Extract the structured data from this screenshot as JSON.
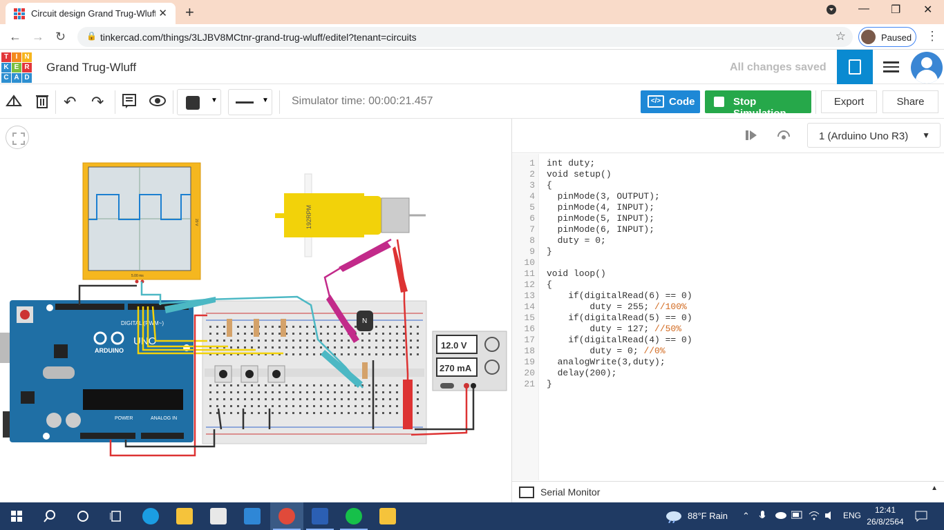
{
  "browser": {
    "tab_title": "Circuit design Grand Trug-Wluff | Tinkercad",
    "url": "tinkercad.com/things/3LJBV8MCtnr-grand-trug-wluff/editel?tenant=circuits",
    "profile_label": "Paused"
  },
  "header": {
    "logo_letters": [
      "T",
      "I",
      "N",
      "K",
      "E",
      "R",
      "C",
      "A",
      "D"
    ],
    "project_title": "Grand Trug-Wluff",
    "save_status": "All changes saved"
  },
  "toolbar": {
    "sim_time": "Simulator time: 00:00:21.457",
    "code_label": "Code",
    "stop_label": "Stop Simulation",
    "export_label": "Export",
    "share_label": "Share"
  },
  "canvas": {
    "scope_time": "5.00 ms",
    "scope_volt": "20 V",
    "motor_label": "192RPM",
    "arduino_brand": "ARDUINO",
    "arduino_model": "UNO",
    "arduino_digital": "DIGITAL (PWM~)",
    "arduino_power": "POWER",
    "arduino_analog": "ANALOG IN",
    "transistor_label": "N",
    "psu_voltage": "12.0 V",
    "psu_current": "270 mA"
  },
  "code_panel": {
    "device": "1 (Arduino Uno R3)",
    "serial_monitor": "Serial Monitor",
    "lines": [
      "int duty;",
      "void setup()",
      "{",
      "  pinMode(3, OUTPUT);",
      "  pinMode(4, INPUT);",
      "  pinMode(5, INPUT);",
      "  pinMode(6, INPUT);",
      "  duty = 0;",
      "}",
      "",
      "void loop()",
      "{",
      "    if(digitalRead(6) == 0)",
      "        duty = 255; //100%",
      "    if(digitalRead(5) == 0)",
      "        duty = 127; //50%",
      "    if(digitalRead(4) == 0)",
      "        duty = 0; //0%",
      "  analogWrite(3,duty);",
      "  delay(200);",
      "}"
    ]
  },
  "taskbar": {
    "weather": "88°F  Rain",
    "lang": "ENG",
    "time": "12:41",
    "date": "26/8/2564"
  },
  "colors": {
    "tab_bar": "#f9dbc9",
    "tinkercad_blue": "#0a8ad1",
    "code_button": "#1e88d6",
    "stop_button": "#26a84a",
    "arduino_teal": "#1f6fa5",
    "scope_yellow": "#f5b71f",
    "motor_yellow": "#f2d20a",
    "taskbar": "#1f3a63"
  }
}
